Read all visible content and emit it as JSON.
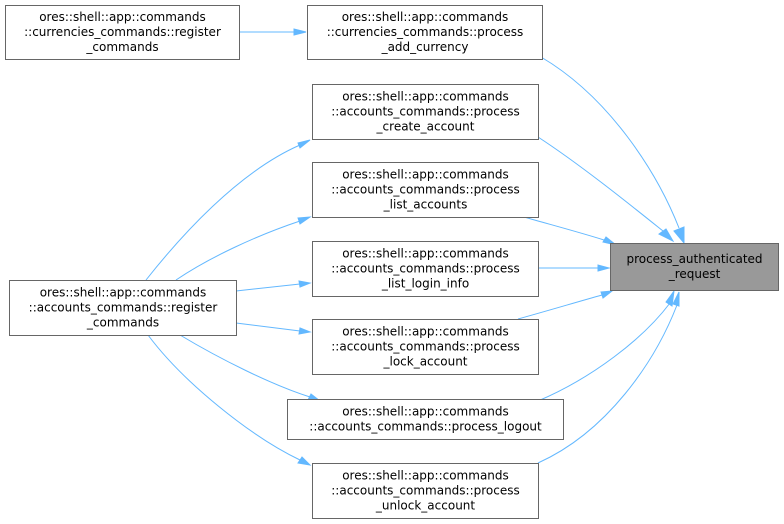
{
  "diagram": {
    "kind": "call-graph",
    "colors": {
      "edge": "#63b8ff",
      "target_fill": "#999999",
      "node_fill": "#ffffff",
      "border": "#666666"
    },
    "nodes": [
      {
        "id": "target",
        "role": "target",
        "lines": [
          "process_authenticated",
          "_request"
        ]
      },
      {
        "id": "process_add_currency",
        "role": "caller",
        "lines": [
          "ores::shell::app::commands",
          "::currencies_commands::process",
          "_add_currency"
        ]
      },
      {
        "id": "currencies_register",
        "role": "caller",
        "lines": [
          "ores::shell::app::commands",
          "::currencies_commands::register",
          "_commands"
        ]
      },
      {
        "id": "process_create_account",
        "role": "caller",
        "lines": [
          "ores::shell::app::commands",
          "::accounts_commands::process",
          "_create_account"
        ]
      },
      {
        "id": "process_list_accounts",
        "role": "caller",
        "lines": [
          "ores::shell::app::commands",
          "::accounts_commands::process",
          "_list_accounts"
        ]
      },
      {
        "id": "process_list_login_info",
        "role": "caller",
        "lines": [
          "ores::shell::app::commands",
          "::accounts_commands::process",
          "_list_login_info"
        ]
      },
      {
        "id": "process_lock_account",
        "role": "caller",
        "lines": [
          "ores::shell::app::commands",
          "::accounts_commands::process",
          "_lock_account"
        ]
      },
      {
        "id": "process_logout",
        "role": "caller",
        "lines": [
          "ores::shell::app::commands",
          "::accounts_commands::process_logout"
        ]
      },
      {
        "id": "process_unlock_account",
        "role": "caller",
        "lines": [
          "ores::shell::app::commands",
          "::accounts_commands::process",
          "_unlock_account"
        ]
      },
      {
        "id": "accounts_register",
        "role": "caller",
        "lines": [
          "ores::shell::app::commands",
          "::accounts_commands::register",
          "_commands"
        ]
      }
    ],
    "edges": [
      {
        "from": "process_add_currency",
        "to": "target"
      },
      {
        "from": "process_create_account",
        "to": "target"
      },
      {
        "from": "process_list_accounts",
        "to": "target"
      },
      {
        "from": "process_list_login_info",
        "to": "target"
      },
      {
        "from": "process_lock_account",
        "to": "target"
      },
      {
        "from": "process_logout",
        "to": "target"
      },
      {
        "from": "process_unlock_account",
        "to": "target"
      },
      {
        "from": "currencies_register",
        "to": "process_add_currency"
      },
      {
        "from": "accounts_register",
        "to": "process_create_account"
      },
      {
        "from": "accounts_register",
        "to": "process_list_accounts"
      },
      {
        "from": "accounts_register",
        "to": "process_list_login_info"
      },
      {
        "from": "accounts_register",
        "to": "process_lock_account"
      },
      {
        "from": "accounts_register",
        "to": "process_logout"
      },
      {
        "from": "accounts_register",
        "to": "process_unlock_account"
      }
    ]
  }
}
